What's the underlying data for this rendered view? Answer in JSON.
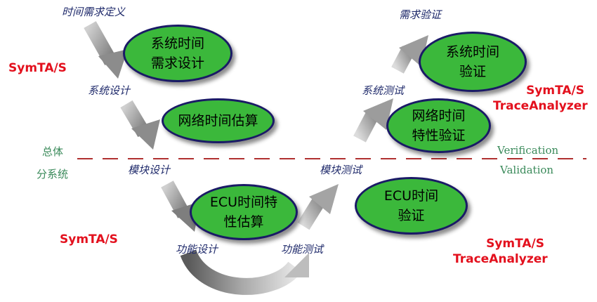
{
  "colors": {
    "oval_fill": "#3bb83b",
    "oval_border": "#1a1a66",
    "tool_text": "#e3101d",
    "stage_text": "#1f2a6b",
    "divider_line": "#b03030",
    "divider_text": "#3a8a5a"
  },
  "stages": {
    "req_def": "时间需求定义",
    "sys_design": "系统设计",
    "mod_design": "模块设计",
    "func_design": "功能设计",
    "func_test": "功能测试",
    "mod_test": "模块测试",
    "sys_test": "系统测试",
    "req_verify": "需求验证"
  },
  "ovals": {
    "sys_time_req": {
      "line1": "系统时间",
      "line2": "需求设计"
    },
    "net_time_est": {
      "line1": "网络时间估算"
    },
    "ecu_time_est": {
      "line1": "ECU时间特",
      "line2": "性估算"
    },
    "sys_time_verify": {
      "line1": "系统时间",
      "line2": "验证"
    },
    "net_time_verify": {
      "line1": "网络时间",
      "line2": "特性验证"
    },
    "ecu_time_verify": {
      "line1": "ECU时间",
      "line2": "验证"
    }
  },
  "tools": {
    "left_top": "SymTA/S",
    "left_bottom": "SymTA/S",
    "right_top_1": "SymTA/S",
    "right_top_2": "TraceAnalyzer",
    "right_bottom_1": "SymTA/S",
    "right_bottom_2": "TraceAnalyzer"
  },
  "divider": {
    "overall": "总体",
    "subsystem": "分系统",
    "verification": "Verification",
    "validation": "Validation"
  }
}
